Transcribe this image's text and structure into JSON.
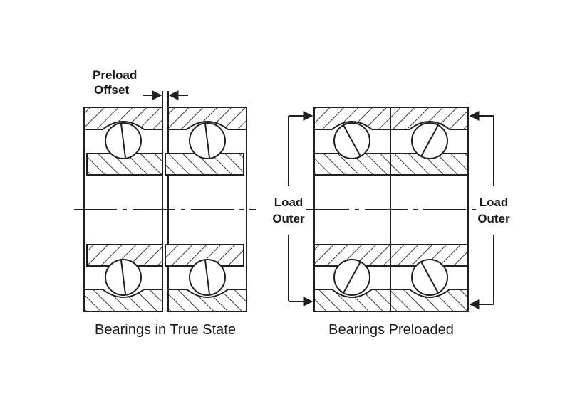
{
  "figure": {
    "left_caption": "Bearings in True State",
    "right_caption": "Bearings Preloaded",
    "preload_label_line1": "Preload",
    "preload_label_line2": "Offset",
    "left_load_line1": "Load",
    "left_load_line2": "Outer",
    "right_load_line1": "Load",
    "right_load_line2": "Outer"
  },
  "colors": {
    "stroke": "#1f1f1f",
    "hatch": "#3a3a3a",
    "ball_fill": "#ffffff",
    "background": "#ffffff"
  }
}
